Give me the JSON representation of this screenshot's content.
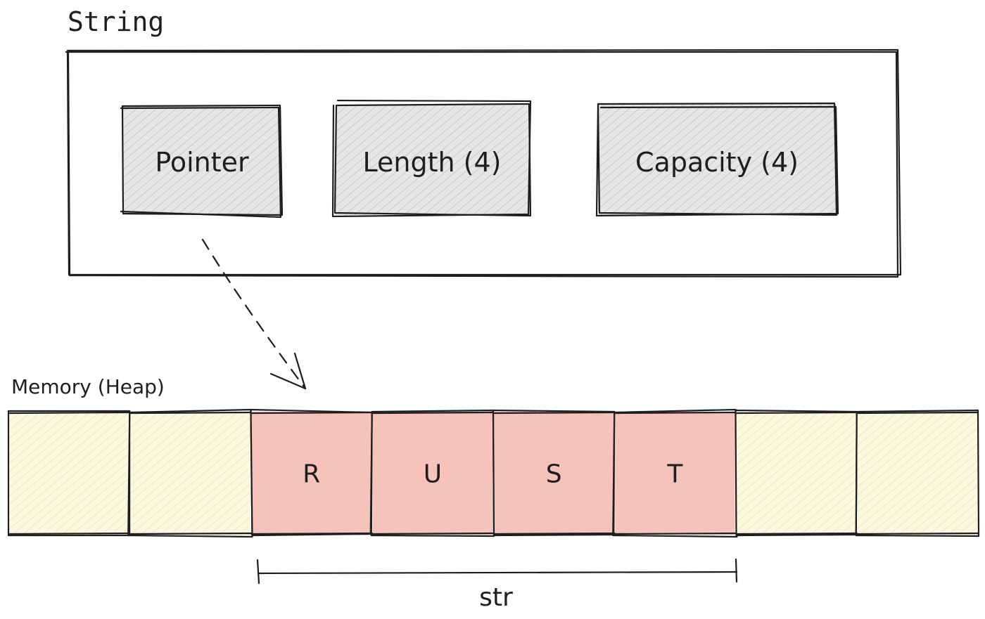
{
  "string_struct": {
    "title": "String",
    "fields": [
      {
        "label": "Pointer"
      },
      {
        "label": "Length (4)"
      },
      {
        "label": "Capacity (4)"
      }
    ]
  },
  "memory": {
    "label": "Memory (Heap)",
    "cells": [
      {
        "value": "",
        "state": "empty"
      },
      {
        "value": "",
        "state": "empty"
      },
      {
        "value": "R",
        "state": "used"
      },
      {
        "value": "U",
        "state": "used"
      },
      {
        "value": "S",
        "state": "used"
      },
      {
        "value": "T",
        "state": "used"
      },
      {
        "value": "",
        "state": "empty"
      },
      {
        "value": "",
        "state": "empty"
      }
    ]
  },
  "slice": {
    "label": "str"
  },
  "colors": {
    "ink": "#1e1e1e",
    "field_fill": "#d9d9dc",
    "empty_cell_fill": "#f7ecaa",
    "used_cell_fill": "#f6c3bb"
  }
}
